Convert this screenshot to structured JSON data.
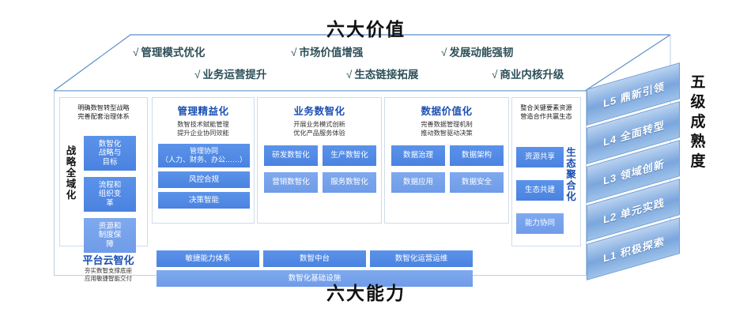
{
  "titles": {
    "top": "六大价值",
    "bottom": "六大能力",
    "maturity_side": "五级成熟度"
  },
  "values": {
    "check_glyph": "√",
    "row1": [
      {
        "label": "管理模式优化"
      },
      {
        "label": "市场价值增强"
      },
      {
        "label": "发展动能强韧"
      }
    ],
    "row2": [
      {
        "label": "业务运营提升"
      },
      {
        "label": "生态链接拓展"
      },
      {
        "label": "商业内核升级"
      }
    ]
  },
  "columns": {
    "strategy": {
      "vertical_label": "战略全域化",
      "desc": "明确数智转型战略\n完善配套治理体系",
      "items": [
        {
          "label": "数智化\n战略与\n目标"
        },
        {
          "label": "流程和\n组织变\n革"
        },
        {
          "label": "资源和\n制度保\n障"
        }
      ]
    },
    "management": {
      "title": "管理精益化",
      "subtitle": "数智技术赋能管理\n提升企业协同效能",
      "items": [
        {
          "label": "管理协同\n（人力、财务、办公……）"
        },
        {
          "label": "风控合规"
        },
        {
          "label": "决策智能"
        }
      ]
    },
    "business": {
      "title": "业务数智化",
      "subtitle": "开展业务模式创新\n优化产品服务体验",
      "items": [
        {
          "label": "研发数智化"
        },
        {
          "label": "生产数智化"
        },
        {
          "label": "营销数智化"
        },
        {
          "label": "服务数智化"
        }
      ]
    },
    "data": {
      "title": "数据价值化",
      "subtitle": "完善数据管理机制\n推动数智驱动决策",
      "items": [
        {
          "label": "数据治理"
        },
        {
          "label": "数据架构"
        },
        {
          "label": "数据应用"
        },
        {
          "label": "数据安全"
        }
      ]
    },
    "ecology": {
      "vertical_label": "生态聚合化",
      "desc": "整合关键要素资源\n营造合作共赢生态",
      "items": [
        {
          "label": "资源共享"
        },
        {
          "label": "生态共建"
        },
        {
          "label": "能力协同"
        }
      ]
    }
  },
  "platform": {
    "title": "平台云智化",
    "subtitle": "夯实数智支撑底座\n应用敏捷智能交付",
    "items": [
      {
        "label": "敏捷能力体系"
      },
      {
        "label": "数智中台"
      },
      {
        "label": "数智化运营运维"
      }
    ],
    "wide_item": {
      "label": "数智化基础设施"
    }
  },
  "maturity": {
    "levels": [
      {
        "label": "L5  鼎新引领"
      },
      {
        "label": "L4  全面转型"
      },
      {
        "label": "L3  领域创新"
      },
      {
        "label": "L2  单元实践"
      },
      {
        "label": "L1  积极探索"
      }
    ]
  },
  "colors": {
    "accent_blue": "#4a82e0",
    "title_blue": "#1c50b3",
    "value_text": "#2d4f58",
    "frame_line": "#5b8fc9",
    "ladder_fill": "#7ba6dd"
  }
}
